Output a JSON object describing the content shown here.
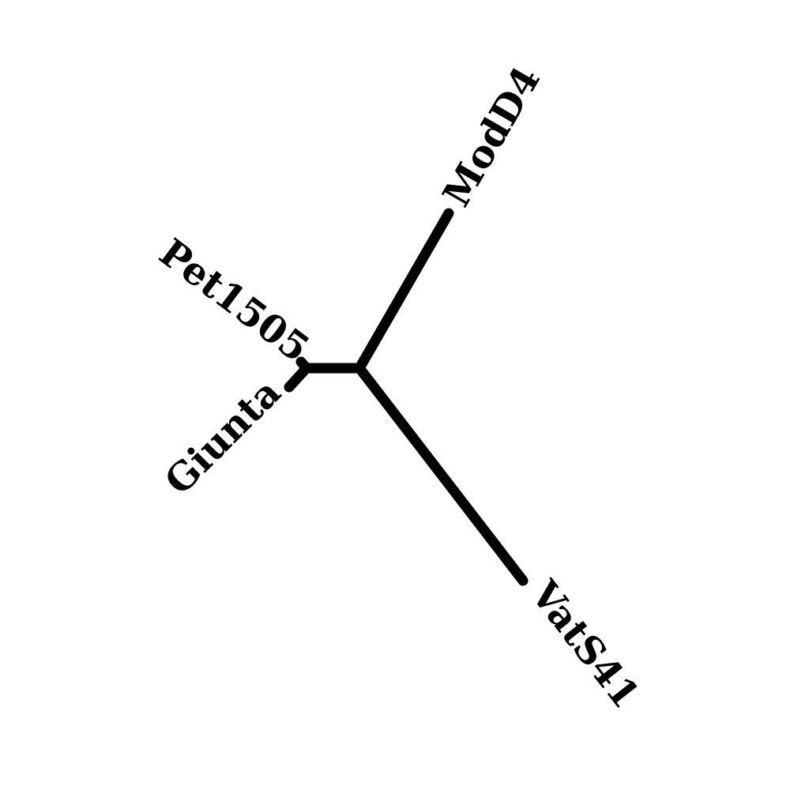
{
  "tree": {
    "type": "unrooted-phylogenetic-tree",
    "line_color": "#000000",
    "background_color": "#ffffff",
    "leaves": [
      {
        "id": "modd4",
        "label": "ModD4"
      },
      {
        "id": "pet1505",
        "label": "Pet1505"
      },
      {
        "id": "giunta",
        "label": "Giunta"
      },
      {
        "id": "vats41",
        "label": "VatS41"
      }
    ]
  }
}
